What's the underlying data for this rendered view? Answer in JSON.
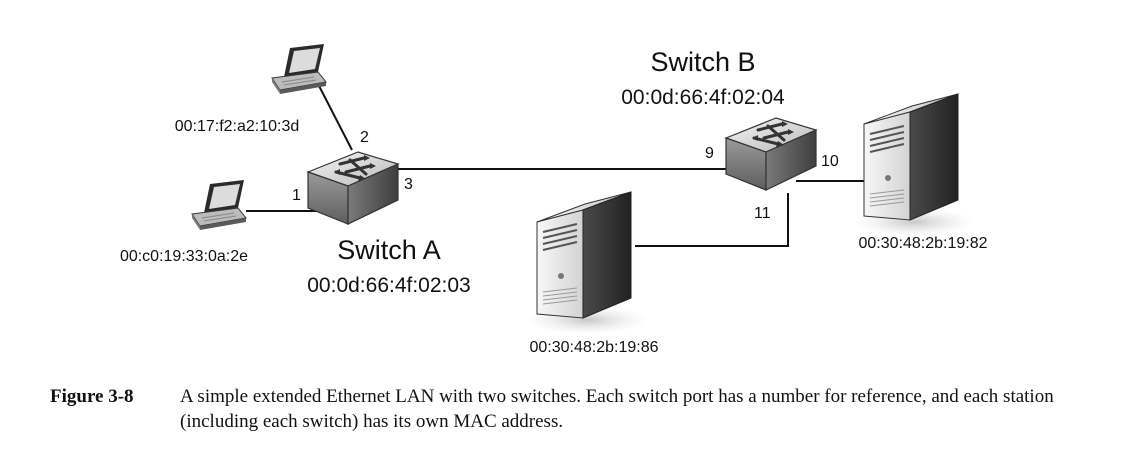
{
  "switches": {
    "a": {
      "name": "Switch A",
      "mac": "00:0d:66:4f:02:03"
    },
    "b": {
      "name": "Switch B",
      "mac": "00:0d:66:4f:02:04"
    }
  },
  "stations": {
    "laptop_top": {
      "mac": "00:17:f2:a2:10:3d"
    },
    "laptop_bottom": {
      "mac": "00:c0:19:33:0a:2e"
    },
    "server_middle": {
      "mac": "00:30:48:2b:19:86"
    },
    "server_right": {
      "mac": "00:30:48:2b:19:82"
    }
  },
  "ports": {
    "a1": "1",
    "a2": "2",
    "a3": "3",
    "b9": "9",
    "b10": "10",
    "b11": "11"
  },
  "icons": {
    "switch": "network-switch-icon",
    "laptop": "laptop-icon",
    "server": "tower-server-icon"
  },
  "caption": {
    "label": "Figure 3-8",
    "text": "A simple extended Ethernet LAN with two switches. Each switch port has a number for reference, and each station (including each switch) has its own MAC address."
  }
}
